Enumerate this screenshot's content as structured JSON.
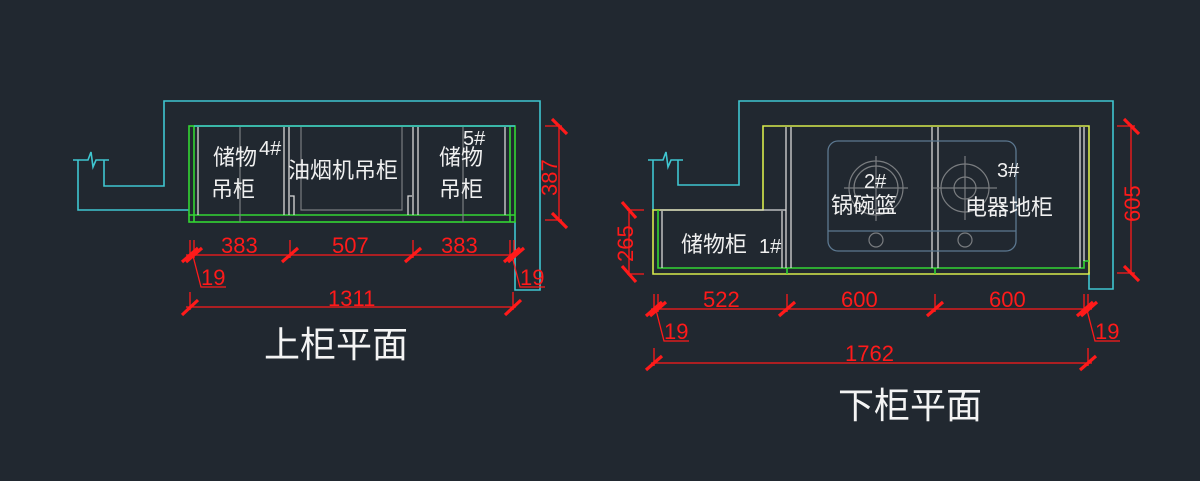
{
  "upper_plan": {
    "title": "上柜平面",
    "cabinets": [
      {
        "line1": "储物",
        "line2": "吊柜",
        "tag": "4#"
      },
      {
        "line1": "油烟机吊柜",
        "tag": ""
      },
      {
        "line1": "储物",
        "line2": "吊柜",
        "tag": "5#"
      }
    ],
    "dimensions": {
      "segments": [
        "383",
        "507",
        "383"
      ],
      "left_gap": "19",
      "right_gap": "19",
      "total": "1311",
      "depth": "387"
    }
  },
  "lower_plan": {
    "title": "下柜平面",
    "cabinets": [
      {
        "label": "储物柜",
        "tag": "1#"
      },
      {
        "label": "锅碗篮",
        "tag": "2#"
      },
      {
        "label": "电器地柜",
        "tag": "3#"
      }
    ],
    "dimensions": {
      "segments": [
        "522",
        "600",
        "600"
      ],
      "left_gap": "19",
      "right_gap": "19",
      "total": "1762",
      "depth": "605",
      "step_depth": "265"
    }
  },
  "colors": {
    "background": "#212830",
    "wall": "#3fc6d0",
    "cabinet_outline_upper": "#33d633",
    "cabinet_outline_lower": "#d7ea4c",
    "dimension": "#ff1a1a",
    "text": "#f0f0f0"
  }
}
